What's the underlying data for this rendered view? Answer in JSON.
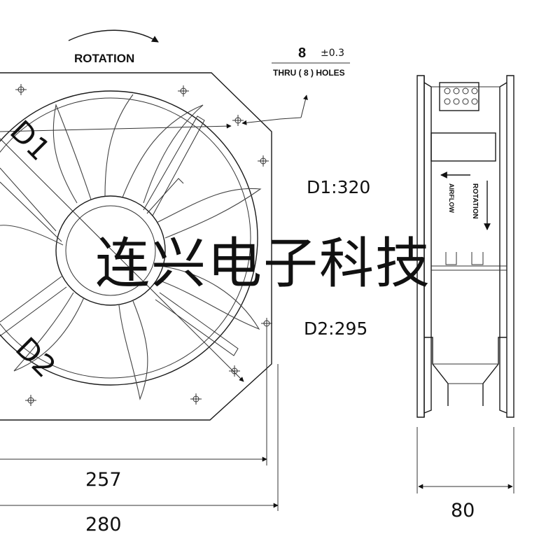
{
  "front_view": {
    "rotation_label": "ROTATION",
    "hole_spec_symbol": "8",
    "hole_spec_tolerance": "±0.3",
    "hole_spec_note": "THRU ( 8 ) HOLES",
    "d1_label": "D1",
    "d2_label": "D2",
    "d1_value": "D1:320",
    "d2_value": "D2:295",
    "dim_inner": "257",
    "dim_outer": "280"
  },
  "side_view": {
    "rotation_label": "ROTATION",
    "airflow_label": "AIRFLOW",
    "dim_depth": "80"
  },
  "watermark": "连兴电子科技"
}
